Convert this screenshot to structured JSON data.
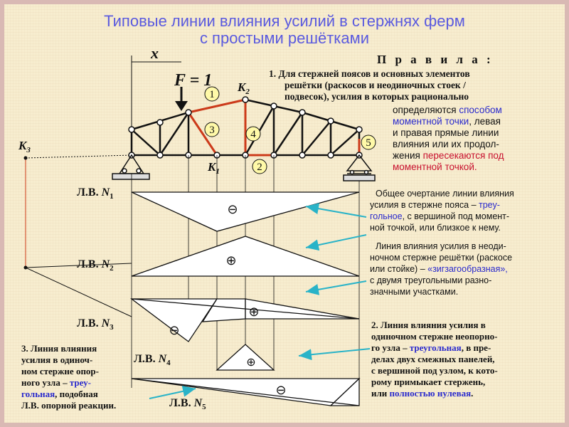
{
  "title": {
    "line1": "Типовые линии влияния усилий в стержнях ферм",
    "line2": "с простыми решётками"
  },
  "truss": {
    "x_label": "x",
    "force_label": "F = 1",
    "k1": "K",
    "k1_sub": "1",
    "k2": "K",
    "k2_sub": "2",
    "k3": "K",
    "k3_sub": "3",
    "bars": [
      "1",
      "2",
      "3",
      "4",
      "5"
    ]
  },
  "signs": {
    "minus": "⊖",
    "plus": "⊕"
  },
  "influence_lines": [
    {
      "id": "N1",
      "prefix": "Л.В. ",
      "name": "N",
      "sub": "1"
    },
    {
      "id": "N2",
      "prefix": "Л.В. ",
      "name": "N",
      "sub": "2"
    },
    {
      "id": "N3",
      "prefix": "Л.В. ",
      "name": "N",
      "sub": "3"
    },
    {
      "id": "N4",
      "prefix": "Л.В. ",
      "name": "N",
      "sub": "4"
    },
    {
      "id": "N5",
      "prefix": "Л.В. ",
      "name": "N",
      "sub": "5"
    }
  ],
  "rules": {
    "heading": "П р а в и л а :",
    "rule1": {
      "l1": "1. Для стержней поясов и основных элементов",
      "l2": "решётки  (раскосов  и  неодиночных стоек /",
      "l3": "подвесок),  усилия в которых  рационально",
      "l4a": "определяются ",
      "l4b": "способом",
      "l5a": "моментной точки",
      "l5b": ", левая",
      "l6": "и  правая прямые  линии",
      "l7": "влияния  или  их  продол-",
      "l8a": "жения  ",
      "l8b": "пересекаются  под",
      "l9": "моментной точкой."
    },
    "note_chord": {
      "l1": "Общее очертание линии влияния",
      "l2a": "усилия  в стержне пояса – ",
      "l2b": "треу-",
      "l3a": "гольное",
      "l3b": ", с вершиной под момент-",
      "l4": "ной точкой, или близкое к нему."
    },
    "note_web": {
      "l1": "Линия влияния усилия в неоди-",
      "l2": "ночном стержне решётки (раскосе",
      "l3a": "или стойке) – ",
      "l3b": "«зигзагообразная»,",
      "l4": "с  двумя  треугольными  разно-",
      "l5": "значными участками."
    },
    "rule2": {
      "l1": "2.  Линия влияния усилия  в",
      "l2": "одиночном стержне неопорно-",
      "l3a": "го узла  – ",
      "l3b": "треугольная",
      "l3c": ",  в пре-",
      "l4": "делах  двух смежных панелей,",
      "l5": "с вершиной под узлом, к кото-",
      "l6": "рому примыкает стержень,",
      "l7a": "или  ",
      "l7b": "полностью нулевая",
      "l7c": "."
    },
    "rule3": {
      "l1": "3. Линия влияния",
      "l2": "усилия  в одиноч-",
      "l3": "ном стержне опор-",
      "l4a": "ного узла  – ",
      "l4b": "треу-",
      "l5a": "гольная",
      "l5b": ",  подобная",
      "l6": "Л.В. опорной реакции."
    }
  },
  "colors": {
    "title": "#5a5adf",
    "accent_blue": "#2a2acd",
    "accent_red": "#c8102e",
    "member_red": "#cc3a1a",
    "arrow_cyan": "#29b3c8",
    "circle_fill": "#fff9a8"
  }
}
